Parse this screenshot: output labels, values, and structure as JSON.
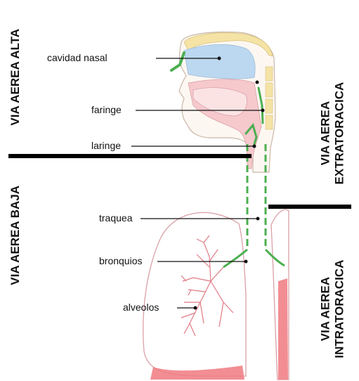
{
  "labels": {
    "cavidad_nasal": "cavidad nasal",
    "faringe": "faringe",
    "laringe": "laringe",
    "traquea": "traquea",
    "bronquios": "bronquios",
    "alveolos": "alveolos"
  },
  "regions": {
    "alta": "VIA AEREA ALTA",
    "baja": "VIA AEREA BAJA",
    "extra_1": "VIA AEREA",
    "extra_2": "EXTRATORACICA",
    "intra_1": "VIA AEREA",
    "intra_2": "INTRATORACICA"
  },
  "colors": {
    "airway": "#4caf50",
    "lung_outline": "#d9a0a8",
    "nasal_blue": "#bcd8f0",
    "bone_yellow": "#f5e3a6",
    "tissue_pink": "#f6c9cc",
    "vessel_red": "#f07a80"
  }
}
